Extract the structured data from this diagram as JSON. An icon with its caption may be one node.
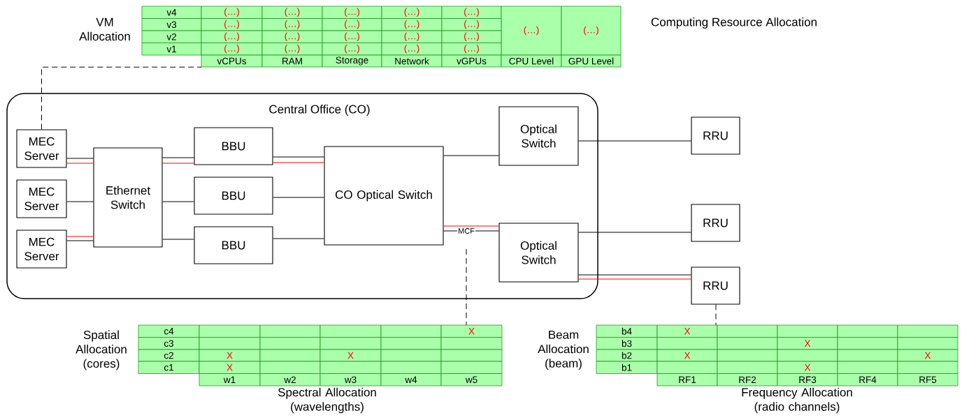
{
  "diagram": {
    "nodes": [
      {
        "text": [
          "Central Office (CO)"
        ]
      },
      {
        "text": [
          "MEC Server"
        ],
        "in": 0
      },
      {
        "text": [
          "MEC Server"
        ],
        "in": 0
      },
      {
        "text": [
          "MEC Server"
        ],
        "in": 0
      },
      {
        "text": [
          "Ethernet Switch"
        ],
        "in": 0
      },
      {
        "text": [
          "BBU"
        ],
        "in": 0
      },
      {
        "text": [
          "BBU"
        ],
        "in": 0
      },
      {
        "text": [
          "BBU"
        ],
        "in": 0
      },
      {
        "text": [
          "CO Optical Switch"
        ],
        "in": 0
      },
      {
        "text": [
          "Optical Switch"
        ],
        "in": 0
      },
      {
        "text": [
          "Optical Switch"
        ],
        "in": 0
      },
      {
        "text": [
          "RRU"
        ]
      },
      {
        "text": [
          "RRU"
        ]
      },
      {
        "text": [
          "RRU"
        ]
      },
      {
        "text": [
          "VM Allocation"
        ]
      },
      {
        "text": [
          "Spatial Allocation (cores)",
          "Spectral Allocation (wavelengths)"
        ]
      },
      {
        "text": [
          "Beam Allocation (beam)",
          "Frequency Allocation (radio channels)"
        ]
      }
    ],
    "edges": [
      {
        "from": 1,
        "to": 4,
        "arrow": "none"
      },
      {
        "from": 1,
        "to": 4,
        "arrow": "none",
        "color": "#ff0000"
      },
      {
        "from": 2,
        "to": 4,
        "arrow": "none"
      },
      {
        "from": 3,
        "to": 4,
        "arrow": "none",
        "color": "#ff0000"
      },
      {
        "from": 3,
        "to": 4,
        "arrow": "none"
      },
      {
        "from": 4,
        "to": 5,
        "arrow": "none"
      },
      {
        "from": 4,
        "to": 5,
        "arrow": "none",
        "color": "#ff0000"
      },
      {
        "from": 4,
        "to": 6,
        "arrow": "none"
      },
      {
        "from": 4,
        "to": 7,
        "arrow": "none"
      },
      {
        "from": 5,
        "to": 8,
        "arrow": "none"
      },
      {
        "from": 5,
        "to": 8,
        "arrow": "none",
        "color": "#ff0000"
      },
      {
        "from": 6,
        "to": 8,
        "arrow": "none"
      },
      {
        "from": 7,
        "to": 8,
        "arrow": "none"
      },
      {
        "from": 8,
        "to": 9,
        "arrow": "none"
      },
      {
        "from": 8,
        "to": 10,
        "arrow": "none",
        "color": "#ff0000"
      },
      {
        "from": 8,
        "to": 10,
        "arrow": "none",
        "label": "MCF"
      },
      {
        "from": 9,
        "to": 11,
        "arrow": "none"
      },
      {
        "from": 10,
        "to": 12,
        "arrow": "none"
      },
      {
        "from": 10,
        "to": 13,
        "arrow": "none"
      },
      {
        "from": 10,
        "to": 13,
        "arrow": "none",
        "color": "#ff0000"
      },
      {
        "from": 1,
        "to": 14,
        "arrow": "none",
        "style": "dashed"
      },
      {
        "from": null,
        "to": 15,
        "arrow": "none",
        "style": "dashed"
      },
      {
        "from": 13,
        "to": 16,
        "arrow": "none",
        "style": "dashed"
      }
    ],
    "labels": [
      "v4",
      "(…)",
      "(…)",
      "(…)",
      "(…)",
      "(…)",
      "(…)",
      "(…)",
      "v3",
      "(…)",
      "(…)",
      "(…)",
      "(…)",
      "(…)",
      "v2",
      "(…)",
      "(…)",
      "(…)",
      "(…)",
      "(…)",
      "v1",
      "(…)",
      "(…)",
      "(…)",
      "(…)",
      "(…)",
      "vCPUs",
      "RAM",
      "Storage",
      "Network",
      "vGPUs",
      "CPU Level",
      "GPU Level",
      "Computing Resource Allocation",
      "c4",
      "X",
      "c3",
      "c2",
      "X",
      "X",
      "c1",
      "X",
      "w1",
      "w2",
      "w3",
      "w4",
      "w5",
      "b4",
      "X",
      "b3",
      "X",
      "b2",
      "X",
      "X",
      "b1",
      "X",
      "RF1",
      "RF2",
      "RF3",
      "RF4",
      "RF5"
    ]
  }
}
